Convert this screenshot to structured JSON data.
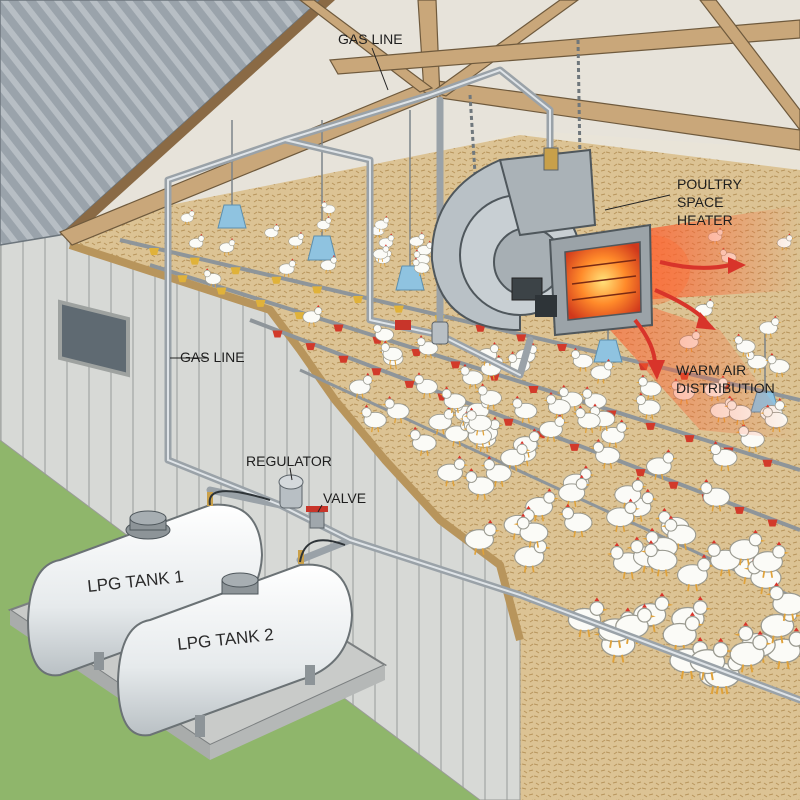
{
  "labels": {
    "gas_line_top": "GAS LINE",
    "gas_line_left": "GAS LINE",
    "regulator": "REGULATOR",
    "valve": "VALVE",
    "heater_line1": "POULTRY",
    "heater_line2": "SPACE",
    "heater_line3": "HEATER",
    "warm_air_line1": "WARM AIR",
    "warm_air_line2": "DISTRIBUTION",
    "tank1": "LPG TANK 1",
    "tank2": "LPG TANK 2"
  },
  "colors": {
    "roof": "#9aa3ab",
    "wall": "#d7d9d6",
    "litter": "#dcc394",
    "grass": "#8fb66b",
    "wood": "#c9a77a",
    "pipe": "#9aa2a8",
    "tank": "#eef0f0",
    "heat": "#ff5a2a",
    "drinker_red": "#d23a2a"
  }
}
